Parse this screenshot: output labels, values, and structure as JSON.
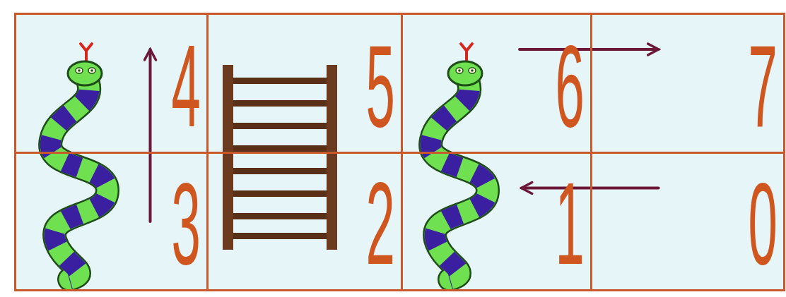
{
  "diagram": {
    "nodes": [
      {
        "text": [
          "4"
        ]
      },
      {
        "text": [
          "5"
        ]
      },
      {
        "text": [
          "6"
        ]
      },
      {
        "text": [
          "7"
        ]
      },
      {
        "text": [
          "3"
        ]
      },
      {
        "text": [
          "2"
        ]
      },
      {
        "text": [
          "1"
        ]
      },
      {
        "text": [
          "0"
        ]
      }
    ],
    "edges": [
      {
        "from": 4,
        "to": 0,
        "arrow": "to"
      },
      {
        "from": 2,
        "to": 3,
        "arrow": "to"
      },
      {
        "from": 7,
        "to": 6,
        "arrow": "to"
      }
    ]
  }
}
